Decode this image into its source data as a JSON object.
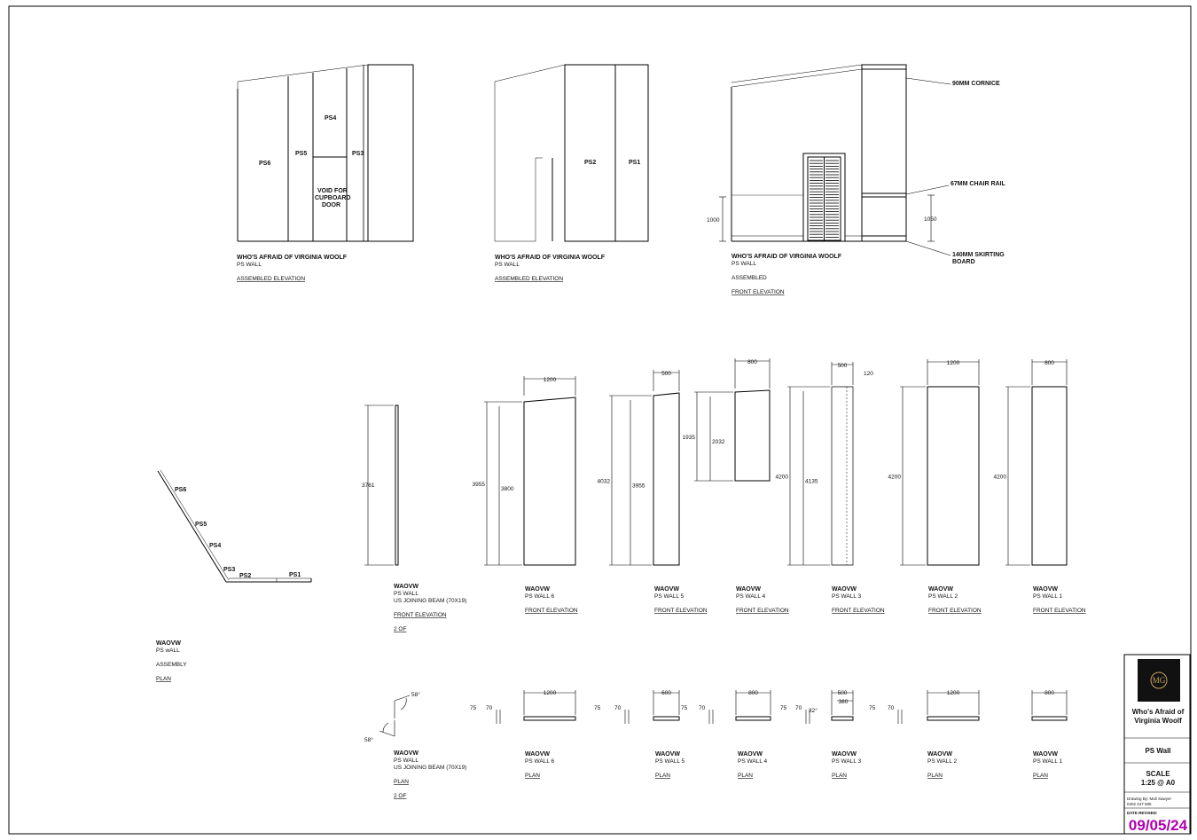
{
  "assembled_elevation_1": {
    "title": "WHO'S AFRAID OF VIRGINIA WOOLF",
    "sub": "PS WALL",
    "view": "ASSEMBLED ELEVATION",
    "panels": {
      "ps6": "PS6",
      "ps5": "PS5",
      "ps4": "PS4",
      "ps3": "PS3"
    },
    "void_l1": "VOID FOR",
    "void_l2": "CUPBOARD",
    "void_l3": "DOOR"
  },
  "assembled_elevation_2": {
    "title": "WHO'S AFRAID OF VIRGINIA WOOLF",
    "sub": "PS WALL",
    "view": "ASSEMBLED ELEVATION",
    "panels": {
      "ps2": "PS2",
      "ps1": "PS1"
    }
  },
  "front_elevation_assembled": {
    "title": "WHO'S AFRAID OF VIRGINIA WOOLF",
    "sub": "PS WALL",
    "view1": "ASSEMBLED",
    "view2": "FRONT ELEVATION",
    "cornice": "90MM CORNICE",
    "chair_rail": "67MM CHAIR RAIL",
    "skirting_l1": "140MM SKIRTING",
    "skirting_l2": "BOARD",
    "dim_left": "1000",
    "dim_right": "1050"
  },
  "assembly_plan": {
    "code": "WAOVW",
    "sub": "PS wALL",
    "view1": "ASSEMBLY",
    "view2": "PLAN",
    "labels": [
      "PS6",
      "PS5",
      "PS4",
      "PS3",
      "PS2",
      "PS1"
    ]
  },
  "beam": {
    "code": "WAOVW",
    "sub": "PS WALL",
    "desc": "US JOINING BEAM (70X19)",
    "view": "FRONT ELEVATION",
    "qty": "2 OF",
    "dim": "3761",
    "plan_view": "PLAN",
    "plan_qty": "2 OF",
    "angle_top": "58°",
    "angle_bottom": "58°"
  },
  "walls": [
    {
      "code": "WAOVW",
      "name": "PS WALL 6",
      "view": "FRONT ELEVATION",
      "plan_view": "PLAN",
      "w": "1200",
      "h1": "3955",
      "h2": "3800",
      "plan_w": "1200",
      "plan_d1": "75",
      "plan_d2": "70"
    },
    {
      "code": "WAOVW",
      "name": "PS WALL 5",
      "view": "FRONT ELEVATION",
      "plan_view": "PLAN",
      "w": "500",
      "h1": "4032",
      "h2": "3955",
      "plan_w": "600",
      "plan_d1": "75",
      "plan_d2": "70"
    },
    {
      "code": "WAOVW",
      "name": "PS WALL 4",
      "view": "FRONT ELEVATION",
      "plan_view": "PLAN",
      "w": "800",
      "h1": "1935",
      "h2": "2032",
      "plan_w": "800",
      "plan_d1": "75",
      "plan_d2": "70"
    },
    {
      "code": "WAOVW",
      "name": "PS WALL 3",
      "view": "FRONT ELEVATION",
      "plan_view": "PLAN",
      "w": "500",
      "w2": "120",
      "h1": "4200",
      "h2": "4135",
      "plan_w": "500",
      "plan_w2": "380",
      "plan_d1": "75",
      "plan_d2": "70",
      "plan_angle": "32°"
    },
    {
      "code": "WAOVW",
      "name": "PS WALL 2",
      "view": "FRONT ELEVATION",
      "plan_view": "PLAN",
      "w": "1200",
      "h1": "4200",
      "plan_w": "1200",
      "plan_d1": "75",
      "plan_d2": "70"
    },
    {
      "code": "WAOVW",
      "name": "PS WALL 1",
      "view": "FRONT ELEVATION",
      "plan_view": "PLAN",
      "w": "800",
      "h1": "4200",
      "plan_w": "800"
    }
  ],
  "title_block": {
    "logo_text": "MG",
    "project_l1": "Who's Afraid of",
    "project_l2": "Virginia Woolf",
    "drawing": "PS Wall",
    "scale_label": "SCALE",
    "scale": "1:25 @ A0",
    "drawn_by": "Drawing By: Mali Sawyer",
    "phone": "0402 247 595",
    "date_label": "DATE REVISED:",
    "date": "09/05/24"
  }
}
